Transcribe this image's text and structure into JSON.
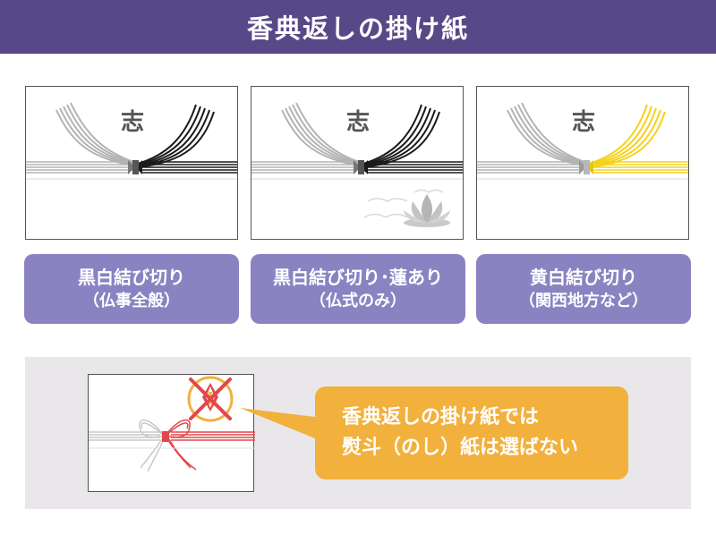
{
  "header": {
    "title": "香典返しの掛け紙"
  },
  "cards": [
    {
      "kanji": "志",
      "main": "黒白結び切り",
      "sub": "（仏事全般）",
      "mizuhiki_color": "#1a1a1a"
    },
    {
      "kanji": "志",
      "main": "黒白結び切り･蓮あり",
      "sub": "（仏式のみ）",
      "mizuhiki_color": "#1a1a1a"
    },
    {
      "kanji": "志",
      "main": "黄白結び切り",
      "sub": "（関西地方など）",
      "mizuhiki_color": "#f3d21c"
    }
  ],
  "callout": {
    "line1": "香典返しの掛け紙では",
    "line2": "熨斗（のし）紙は選ばない"
  },
  "colors": {
    "header_bg": "#574888",
    "label_bg": "#8a83c2",
    "callout_bg": "#f2b03c",
    "cross": "#e2474a",
    "noshi_ring": "#f2b03c"
  }
}
